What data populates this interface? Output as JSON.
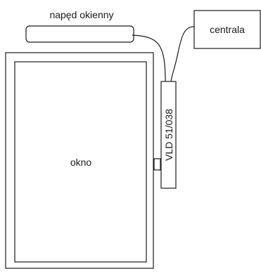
{
  "labels": {
    "window_drive": "napęd okienny",
    "controller": "centrala",
    "window": "okno",
    "device": "VLD 51/038"
  },
  "colors": {
    "stroke": "#1a1a1a",
    "background": "#ffffff"
  }
}
